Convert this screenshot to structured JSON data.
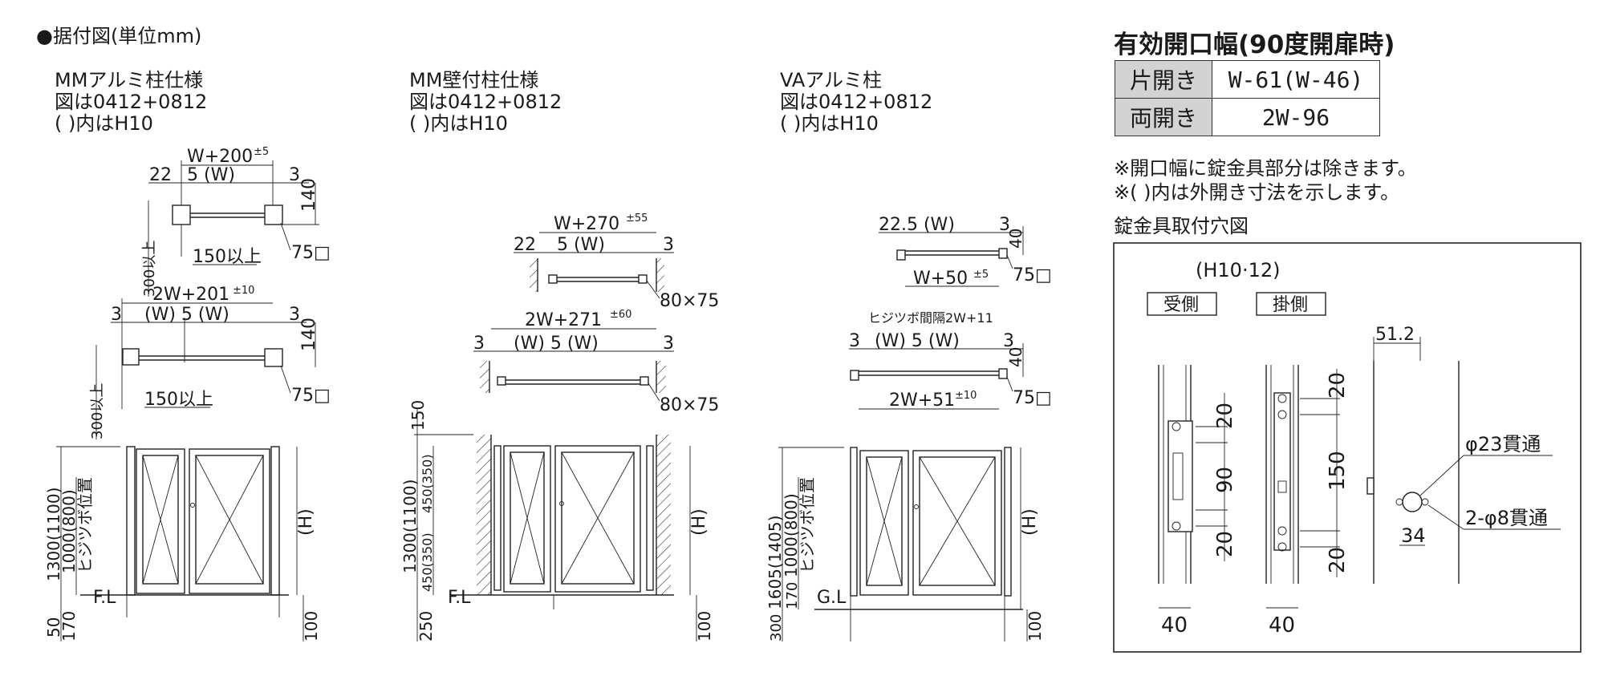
{
  "header": {
    "title": "●据付図(単位mm)"
  },
  "variants": [
    {
      "name": "MMアルミ柱仕様",
      "line2": "図は0412+0812",
      "line3": "(   )内はH10"
    },
    {
      "name": "MM壁付柱仕様",
      "line2": "図は0412+0812",
      "line3": "(   )内はH10"
    },
    {
      "name": "VAアルミ柱",
      "line2": "図は0412+0812",
      "line3": "(   )内はH10"
    }
  ],
  "mm": {
    "single": {
      "overall": "W+200",
      "tol": "±5",
      "left": "22",
      "center": "5 (W)",
      "right": "3",
      "depth": "140",
      "post": "75□",
      "offset": "150以上",
      "spacing": "300以上"
    },
    "double": {
      "overall": "2W+201",
      "tol": "±10",
      "left": "3",
      "center": "(W) 5 (W)",
      "right": "3",
      "depth": "140",
      "post": "75□",
      "offset": "150以上",
      "spacing": "300以上"
    },
    "elev": {
      "h1": "1300(1100)",
      "h2": "1000(800)",
      "hinge": "ヒジツボ位置",
      "fl": "F.L",
      "b1": "50",
      "b2": "170",
      "hh": "(H)",
      "r100": "100"
    }
  },
  "wall": {
    "single": {
      "overall": "W+270",
      "tol": "±55",
      "left": "22",
      "center": "5 (W)",
      "right": "3",
      "post": "80×75"
    },
    "double": {
      "overall": "2W+271",
      "tol": "±60",
      "left": "3",
      "center": "(W) 5 (W)",
      "right": "3",
      "post": "80×75"
    },
    "elev": {
      "h1": "1300(1100)",
      "top": "150",
      "d1": "450(350)",
      "d2": "450(350)",
      "fl": "F.L",
      "b": "250",
      "hh": "(H)",
      "r100": "100"
    }
  },
  "va": {
    "single": {
      "dims": "22.5 (W)",
      "right": "3",
      "depth": "40",
      "post": "75□",
      "overall": "W+50",
      "tol": "±5"
    },
    "double": {
      "hinge": "ヒジツボ間隔2W+11",
      "left": "3",
      "center": "(W) 5 (W)",
      "right": "3",
      "depth": "40",
      "post": "75□",
      "overall": "2W+51",
      "tol": "±10"
    },
    "elev": {
      "h1": "1605(1405)",
      "h2": "1000(800)",
      "hinge": "ヒジツボ位置",
      "gl": "G.L",
      "b1": "300",
      "b2": "170",
      "hh": "(H)",
      "r100": "100"
    }
  },
  "spec": {
    "title": "有効開口幅(90度開扉時)",
    "rows": [
      {
        "key": "片開き",
        "value": "W-61(W-46)"
      },
      {
        "key": "両開き",
        "value": "2W-96"
      }
    ],
    "note1": "※開口幅に錠金具部分は除きます。",
    "note2": "※(   )内は外開き寸法を示します。"
  },
  "holes": {
    "title": "錠金具取付穴図",
    "variant": "(H10·12)",
    "receive": "受側",
    "hang": "掛側",
    "recv": {
      "a": "20",
      "b": "90",
      "c": "20",
      "w": "40"
    },
    "hng": {
      "a": "20",
      "b": "150",
      "c": "20",
      "w": "40"
    },
    "side": {
      "w": "51.2",
      "big": "φ23貫通",
      "small": "2-φ8貫通",
      "pitch": "34"
    }
  }
}
